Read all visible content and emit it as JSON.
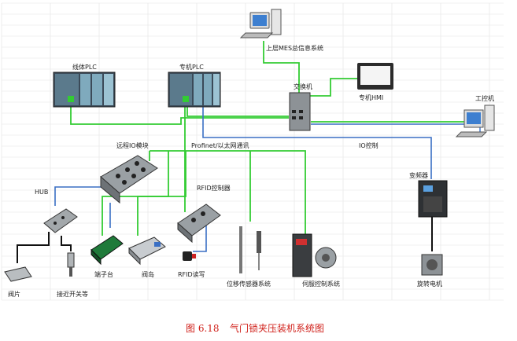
{
  "labels": {
    "mes": "上层MES总信息系统",
    "plc_line": "线体PLC",
    "plc_special": "专机PLC",
    "switch": "交换机",
    "hmi": "专机HMI",
    "ipc": "工控机",
    "remote_io": "远程IO模块",
    "profinet": "Profinet/以太网通讯",
    "io_control": "IO控制",
    "hub": "HUB",
    "rfid_ctrl": "RFID控制器",
    "vfd": "变频器",
    "terminal": "端子台",
    "valve_island": "阀岛",
    "rfid_rw": "RFID读写",
    "displacement": "位移传感器系统",
    "servo": "伺服控制系统",
    "motor": "旋转电机",
    "valve": "阀片",
    "proximity": "接近开关等"
  },
  "caption": {
    "number": "图 6.18",
    "title": "气门锁夹压装机系统图"
  },
  "colors": {
    "ethernet": "#33cc33",
    "io": "#3a6fc4",
    "hub_link": "#111111",
    "caption": "#d0201a"
  }
}
